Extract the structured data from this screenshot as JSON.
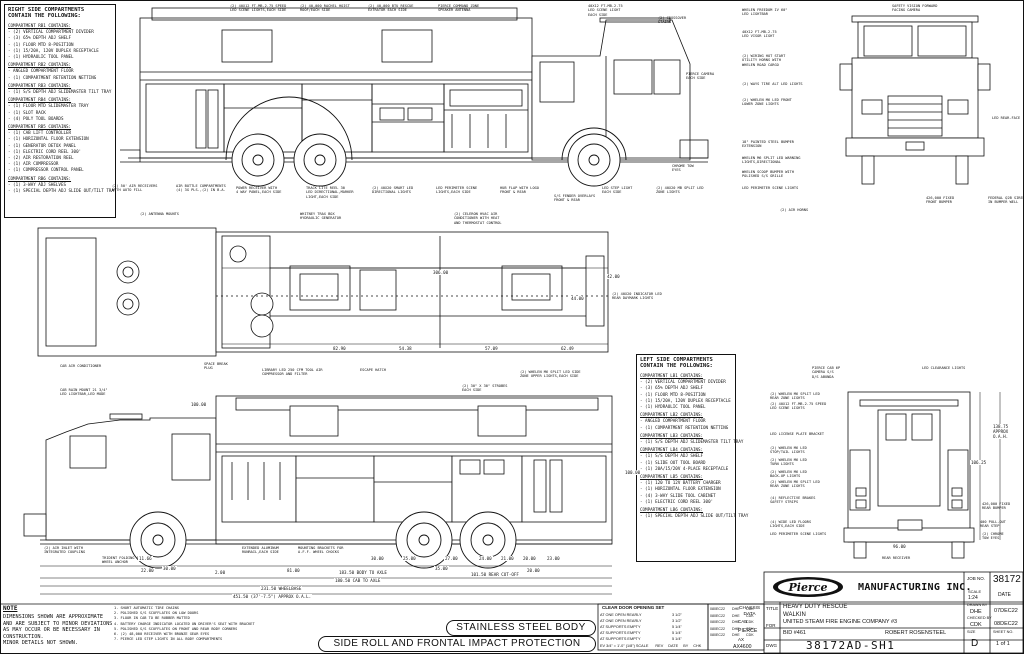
{
  "right_side": {
    "title": "RIGHT SIDE COMPARTMENTS\nCONTAIN THE FOLLOWING:",
    "lines": [
      "COMPARTMENT RB1 CONTAINS:",
      "- (2) VERTICAL COMPARTMENT DIVIDER",
      "- (3) 65% DEPTH ADJ SHELF",
      "- (1) FLOOR MTD 8-POSITION",
      "- (1) 15/20A, 120V DUPLEX RECEPTACLE",
      "- (1) HYDRAULIC TOOL PANEL",
      "COMPARTMENT RB2 CONTAINS:",
      "- ANGLED COMPARTMENT FLOOR",
      "- (1) COMPARTMENT RETENTION NETTING",
      "COMPARTMENT RB3 CONTAINS:",
      "- (1) S/S DEPTH ADJ SLIDEMASTER TILT TRAY",
      "COMPARTMENT RB4 CONTAINS:",
      "- (1) FLOOR MTD SLIDEMASTER TRAY",
      "- (1) SLOT RACK",
      "- (4) POLY TOOL BOARDS",
      "COMPARTMENT RB5 CONTAINS:",
      "- (1) CAB LIFT CONTROLLER",
      "- (1) HORIZONTAL FLOOR EXTENSION",
      "- (1) GENERATOR DETOX PANEL",
      "- (1) ELECTRIC CORD REEL 300'",
      "- (2) AIR RESTORATION REEL",
      "- (1) AIR COMPRESSOR",
      "- (1) COMPRESSOR CONTROL PANEL",
      "COMPARTMENT RB6 CONTAINS:",
      "- (1) 3-WAY ADJ SHELVES",
      "- (1) SPECIAL DEPTH ADJ SLIDE OUT/TILT TRAY"
    ]
  },
  "left_side": {
    "title": "LEFT SIDE COMPARTMENTS\nCONTAIN THE FOLLOWING:",
    "lines": [
      "COMPARTMENT LB1 CONTAINS:",
      "- (2) VERTICAL COMPARTMENT DIVIDER",
      "- (3) 65% DEPTH ADJ SHELF",
      "- (1) FLOOR MTD 8-POSITION",
      "- (1) 15/20A, 120V DUPLEX RECEPTACLE",
      "- (1) HYDRAULIC TOOL PANEL",
      "COMPARTMENT LB2 CONTAINS:",
      "- ANGLED COMPARTMENT FLOOR",
      "- (1) COMPARTMENT RETENTION NETTING",
      "COMPARTMENT LB3 CONTAINS:",
      "- (1) S/S DEPTH ADJ SLIDEMASTER TILT TRAY",
      "COMPARTMENT LB4 CONTAINS:",
      "- (1) S/S DEPTH ADJ SHELF",
      "- (1) SLIDE OUT TOOL BOARD",
      "- (1) 20A/15/20V 4-PLACE RECEPTACLE",
      "COMPARTMENT LB5 CONTAINS:",
      "- (1) 120 TO 12V BATTERY CHARGER",
      "- (1) HORIZONTAL FLOOR EXTENSION",
      "- (4) 3-WAY SLIDE TOOL CABINET",
      "- (1) ELECTRIC CORD REEL 300'",
      "COMPARTMENT LB6 CONTAINS:",
      "- (1) SPECIAL DEPTH ADJ SLIDE OUT/TILT TRAY"
    ]
  },
  "callouts": {
    "side_top": [
      "(2) 40X12 FT-MB-2.75 SPEED\nLED SCENE LIGHTS,EACH SIDE",
      "(2) 40,000 RACHEL HOIST\nROOF/EACH SIDE",
      "(2) 40,000 BTU RESCUE\nEXTRATOR EACH SIDE",
      "PIERCE COMMAND ZONE\nSPEAKER ANTENNA",
      "40X12 FT-MB-2.75\nLED SCENE LIGHT\nEACH SIDE",
      "(2) CROSSOVER\nSTAIRS"
    ],
    "side_bottom": [
      "(2) 50' AIR RECEIVERS\nWITH AUTO FILL",
      "AIR BOTTLE COMPARTMENTS\n(4) 3G PLS.,(2) IN B.A.",
      "POWER RECEIVER WITH\n4 WAY PANEL,EACH SIDE",
      "TRACK LITE REEL 30\nLED DIRECTIONAL,MARKER\nLIGHT,EACH SIDE",
      "(2) 40X20 SMART LED\nDIRECTIONAL LIGHTS",
      "LED PERIMETER SCENE\nLIGHTS,EACH SIDE",
      "HUB FLAP WITH LOGO\nFRONT & REAR",
      "S/S FENDER OVERLAYS\nFRONT & REAR",
      "LED STEP LIGHT\nEACH SIDE",
      "(2) 40X20 MB SPLIT LED\nZONE LIGHTS",
      "CHROME TOW\nEYES",
      "PIERCE CAMERA\nEACH SIDE"
    ],
    "plan": [
      "(2) ANTENNA MOUNTS",
      "WHITNEY TRAX BOX\nHYDRAULIC GENERATOR",
      "(2) CELERON HVAC AIR\nCONDITIONER WITH HEAT\nAND THERMOSTAT CONTROL",
      "(2) 40X20 INDICATOR LED\nREAR DAYMARK LIGHTS",
      "CAB AIR CONDITIONER",
      "SPACE BREAK\nPLUG",
      "LIBRARY LED 250 CFM TOOL AIR\nCOMPRESSOR AND FILTER",
      "ESCAPE HATCH"
    ],
    "front": [
      "WHELEN FREEDOM IV 60\"\nLED LIGHTBAR",
      "40X12 FT-MB-2.75\nLED VISOR LIGHT",
      "(2) WIRING HOT START\nUTILITY HORNS WITH\nWHELEN ROAD CARGO",
      "(2) WAYS TIRE ALT LED LIGHTS",
      "(2) WHELEN M6 LED FRONT\nLOWER ZONE LIGHTS",
      "18\" PAINTED STEEL BUMPER\nEXTENSION",
      "WHELEN M6 SPLIT LED WARNING\nLIGHTS,DIRECTIONAL",
      "WHELEN SCOOP BUMPER WITH\nPOLISHED S/S GRILLE",
      "LED PERIMETER SCENE LIGHTS",
      "(2) AIR HORNS",
      "SAFETY VISION FORWARD\nFACING CAMERA",
      "LED REAR-FACE",
      "426,000 FIXED\nFRONT BUMPER",
      "FEDERAL Q2B SIREN\nIN BUMPER WELL"
    ],
    "left_top": [
      "CAB RAIN MOUNT 21 3/4\"\nLED LIGHTBAR,LED MODE",
      "(2) 30\" X 30\" STROBES\nEACH SIDE",
      "(2) WHELEN M6 SPLIT LED SIDE\nZONE UPPER LIGHTS,EACH SIDE"
    ],
    "left_bottom": [
      "(2) AIR INLET WITH\nINTEGRATED COUPLING",
      "EXTENDED ALUMINUM\nRUNRAIL,EACH SIDE",
      "MOUNTING BRACKETS FOR\nA.F.F. WHEEL CHOCKS",
      "TRIDENT FOLDING STEP\nWHEEL ANCHOR"
    ],
    "rear": [
      "PIERCE CAB 6P\nCAMERA S/S\nD/S ABUNDA",
      "LED CLEARANCE LIGHTS",
      "(2) WHELEN M6 SPLIT LED\nREAR ZONE LIGHTS",
      "(2) 40X12 FT-MB-2.75 SPEED\nLED SCENE LIGHTS",
      "LED LICENSE PLATE BRACKET",
      "(2) WHELEN M6 LED\nSTOP/TAIL LIGHTS",
      "(2) WHELEN M6 LED\nTURN LIGHTS",
      "(2) WHELEN M6 LED\nBACK-UP LIGHTS",
      "(2) WHELEN M6 SPLIT LED\nREAR ZONE LIGHTS",
      "(4) REFLECTIVE BRAKES\nSAFETY STRIPS",
      "(4) WIDE LED FLOORS\nLIGHTS,EACH SIDE",
      "LED PERIMETER SCENE LIGHTS",
      "REAR RECEIVER",
      "426,000 FIXED\nREAR BUMPER",
      "400 PULL-OUT\nREAR STEP",
      "(2) CHROME\nTOW EYES"
    ]
  },
  "dimensions": {
    "plan": [
      "306.00",
      "42.00",
      "82.90",
      "54.38",
      "57.09",
      "62.49",
      "44.00"
    ],
    "side": [
      "11.66",
      "22.00",
      "30.00",
      "25.00",
      "27.00",
      "24.00",
      "21.00",
      "20.00",
      "23.00",
      "81.00",
      "30.00",
      "20.00",
      "2.00",
      "183.50 BODY TO AXLE",
      "180.50 CAB TO AXLE",
      "35.00",
      "101.50 REAR CUT-OFF",
      "231.50 WHEELBASE",
      "451.50 (37'-7.5\") APPROX O.A.L."
    ],
    "side_heights": [
      "100.00",
      "100.00"
    ],
    "rear": [
      "106.25",
      "138.75\nAPPROX\nO.A.H.",
      "96.00"
    ]
  },
  "notes": {
    "title": "NOTE",
    "text": "DIMENSIONS SHOWN ARE APPROXIMATE\nAND ARE SUBJECT TO MINOR DEVIATIONS\nAS MAY OCCUR OR BE NECESSARY IN\nCONSTRUCTION.\nMINOR DETAILS NOT SHOWN.",
    "list": "1. SHORT AUTOMATIC TIRE CHAINS\n2. POLISHED S/S SCUFFLATES ON LOW DOORS\n3. FLOOR IN CAB TO BE RUBBER MATTED\n4. BATTERY CHARGE INDICATOR LOCATED ON DRIVER'S SEAT WITH BRACKET\n5. POLISHED S/S SCUFFLATES ON FRONT AND REAR BODY CORNERS\n6. (2) 48,000 RECEIVER WITH BRONZE GEAR EYES\n7. PIERCE LED STEP LIGHTS IN ALL BODY COMPARTMENTS"
  },
  "banner_top": "STAINLESS STEEL BODY",
  "banner_bottom": "SIDE ROLL AND FRONTAL IMPACT PROTECTION",
  "door_table": {
    "title": "CLEAR DOOR OPENING SET",
    "rows": [
      "AT ONE OPEN REARLY",
      "AT ONE OPEN REARLY",
      "AT SUPPORTS EMPTY",
      "AT SUPPORTS EMPTY",
      "AT SUPPORTS EMPTY"
    ],
    "values": [
      "3 1/2\"",
      "3 1/2\"",
      "5 1/4\"",
      "5 1/4\"",
      "5 1/4\""
    ]
  },
  "revisions": {
    "codes": [
      "080EC22",
      "080EC22",
      "080EC22",
      "080EC22",
      "080EC22"
    ],
    "drawn": [
      "DHE",
      "DHE",
      "DHE",
      "DHE",
      "DHE"
    ],
    "checked": [
      "CDK",
      "CDK",
      "CDK",
      "CDK",
      "CDK"
    ],
    "footer": [
      "EV 3/4\" = 1'-0\" (1/8\") SCALE",
      "REV",
      "DATE",
      "BY",
      "CHK"
    ]
  },
  "chassis": {
    "label": "CHASSIS\nDATA",
    "cab_label": "CAB",
    "cab_value": "PIERCE",
    "ax_label": "AX",
    "ax_value": "AX4600"
  },
  "title_block": {
    "company": "MANUFACTURING INC.",
    "logo_text": "Pierce",
    "title_label": "TITLE",
    "title": "HEAVY DUTY RESCUE\nWALKIN",
    "for_label": "FOR",
    "customer": "UNITED STEAM FIRE ENGINE COMPANY #3",
    "bid": "BID #461",
    "salesman": "ROBERT ROSENSTEEL",
    "dwg_label": "DWG",
    "dwg_number": "38172AD-SH1",
    "job_label": "JOB NO.",
    "job_no": "38172",
    "scale_label": "SCALE",
    "scale": "1:24",
    "date_label": "DATE",
    "drawn_by_label": "DRAWN BY",
    "drawn_by": "DHE",
    "date_drawn": "07DEC22",
    "checked_by_label": "CHECKED BY",
    "checked_by": "CDK",
    "date_checked": "08DEC22",
    "sheet_label": "SHEET NO.",
    "sheet": "1 of 1",
    "size_label": "SIZE",
    "size": "D"
  }
}
